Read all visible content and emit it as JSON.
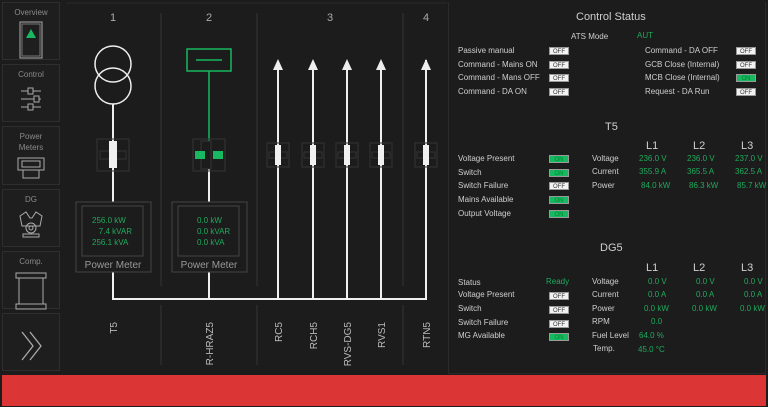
{
  "sidebar": {
    "items": [
      {
        "label": "Overview",
        "icon": "cabinet-icon"
      },
      {
        "label": "Control",
        "icon": "sliders-icon"
      },
      {
        "label": "Power Meters",
        "icon": "power-meter-icon"
      },
      {
        "label": "DG",
        "icon": "engine-icon"
      },
      {
        "label": "Comp.",
        "icon": "compensation-icon"
      },
      {
        "label": "",
        "icon": "double-chevron-right-icon"
      }
    ]
  },
  "diagram": {
    "sections": [
      "1",
      "2",
      "3",
      "4"
    ],
    "feeders": [
      "T5",
      "R-HRAZ5",
      "RC5",
      "RCH5",
      "RVS-DG5",
      "RVS1",
      "RTN5"
    ],
    "meters": [
      {
        "title": "Power Meter",
        "kw": "256.0 kW",
        "kvar": "7.4 kVAR",
        "kva": "256.1 kVA"
      },
      {
        "title": "Power Meter",
        "kw": "0.0 kW",
        "kvar": "0.0 kVAR",
        "kva": "0.0 kVA"
      }
    ]
  },
  "control": {
    "title": "Control Status",
    "ats_label": "ATS Mode",
    "ats_value": "AUT",
    "left": [
      {
        "label": "Passive manual",
        "state": "OFF"
      },
      {
        "label": "Command - Mains ON",
        "state": "OFF"
      },
      {
        "label": "Command - Mans OFF",
        "state": "OFF"
      },
      {
        "label": "Command - DA ON",
        "state": "OFF"
      }
    ],
    "right": [
      {
        "label": "Command - DA OFF",
        "state": "OFF"
      },
      {
        "label": "GCB Close (Internal)",
        "state": "OFF"
      },
      {
        "label": "MCB Close (Internal)",
        "state": "ON"
      },
      {
        "label": "Request - DA Run",
        "state": "OFF"
      }
    ]
  },
  "t5": {
    "title": "T5",
    "phases": [
      "L1",
      "L2",
      "L3"
    ],
    "flags": [
      {
        "label": "Voltage Present",
        "state": "ON"
      },
      {
        "label": "Switch",
        "state": "ON"
      },
      {
        "label": "Switch Failure",
        "state": "OFF"
      },
      {
        "label": "Mains Available",
        "state": "ON"
      },
      {
        "label": "Output Voltage",
        "state": "ON"
      }
    ],
    "measures": [
      {
        "label": "Voltage",
        "values": [
          "236.0 V",
          "236.0 V",
          "237.0 V"
        ]
      },
      {
        "label": "Current",
        "values": [
          "355.9 A",
          "365.5 A",
          "362.5 A"
        ]
      },
      {
        "label": "Power",
        "values": [
          "84.0 kW",
          "86.3 kW",
          "85.7 kW"
        ]
      }
    ]
  },
  "dg5": {
    "title": "DG5",
    "phases": [
      "L1",
      "L2",
      "L3"
    ],
    "status_label": "Status",
    "status_value": "Ready",
    "flags": [
      {
        "label": "Voltage Present",
        "state": "OFF"
      },
      {
        "label": "Switch",
        "state": "OFF"
      },
      {
        "label": "Switch Failure",
        "state": "OFF"
      },
      {
        "label": "MG Available",
        "state": "ON"
      }
    ],
    "measures": [
      {
        "label": "Voltage",
        "values": [
          "0.0 V",
          "0.0 V",
          "0.0 V"
        ]
      },
      {
        "label": "Current",
        "values": [
          "0.0 A",
          "0.0 A",
          "0.0 A"
        ]
      },
      {
        "label": "Power",
        "values": [
          "0.0 kW",
          "0.0 kW",
          "0.0 kW"
        ]
      }
    ],
    "rpm_label": "RPM",
    "rpm": "0.0",
    "fuel_label": "Fuel Level",
    "fuel": "64.0 %",
    "temp_label": "Temp.",
    "temp": "45.0 °C"
  },
  "colors": {
    "accent": "#17b860",
    "alarm": "#dc3535"
  }
}
